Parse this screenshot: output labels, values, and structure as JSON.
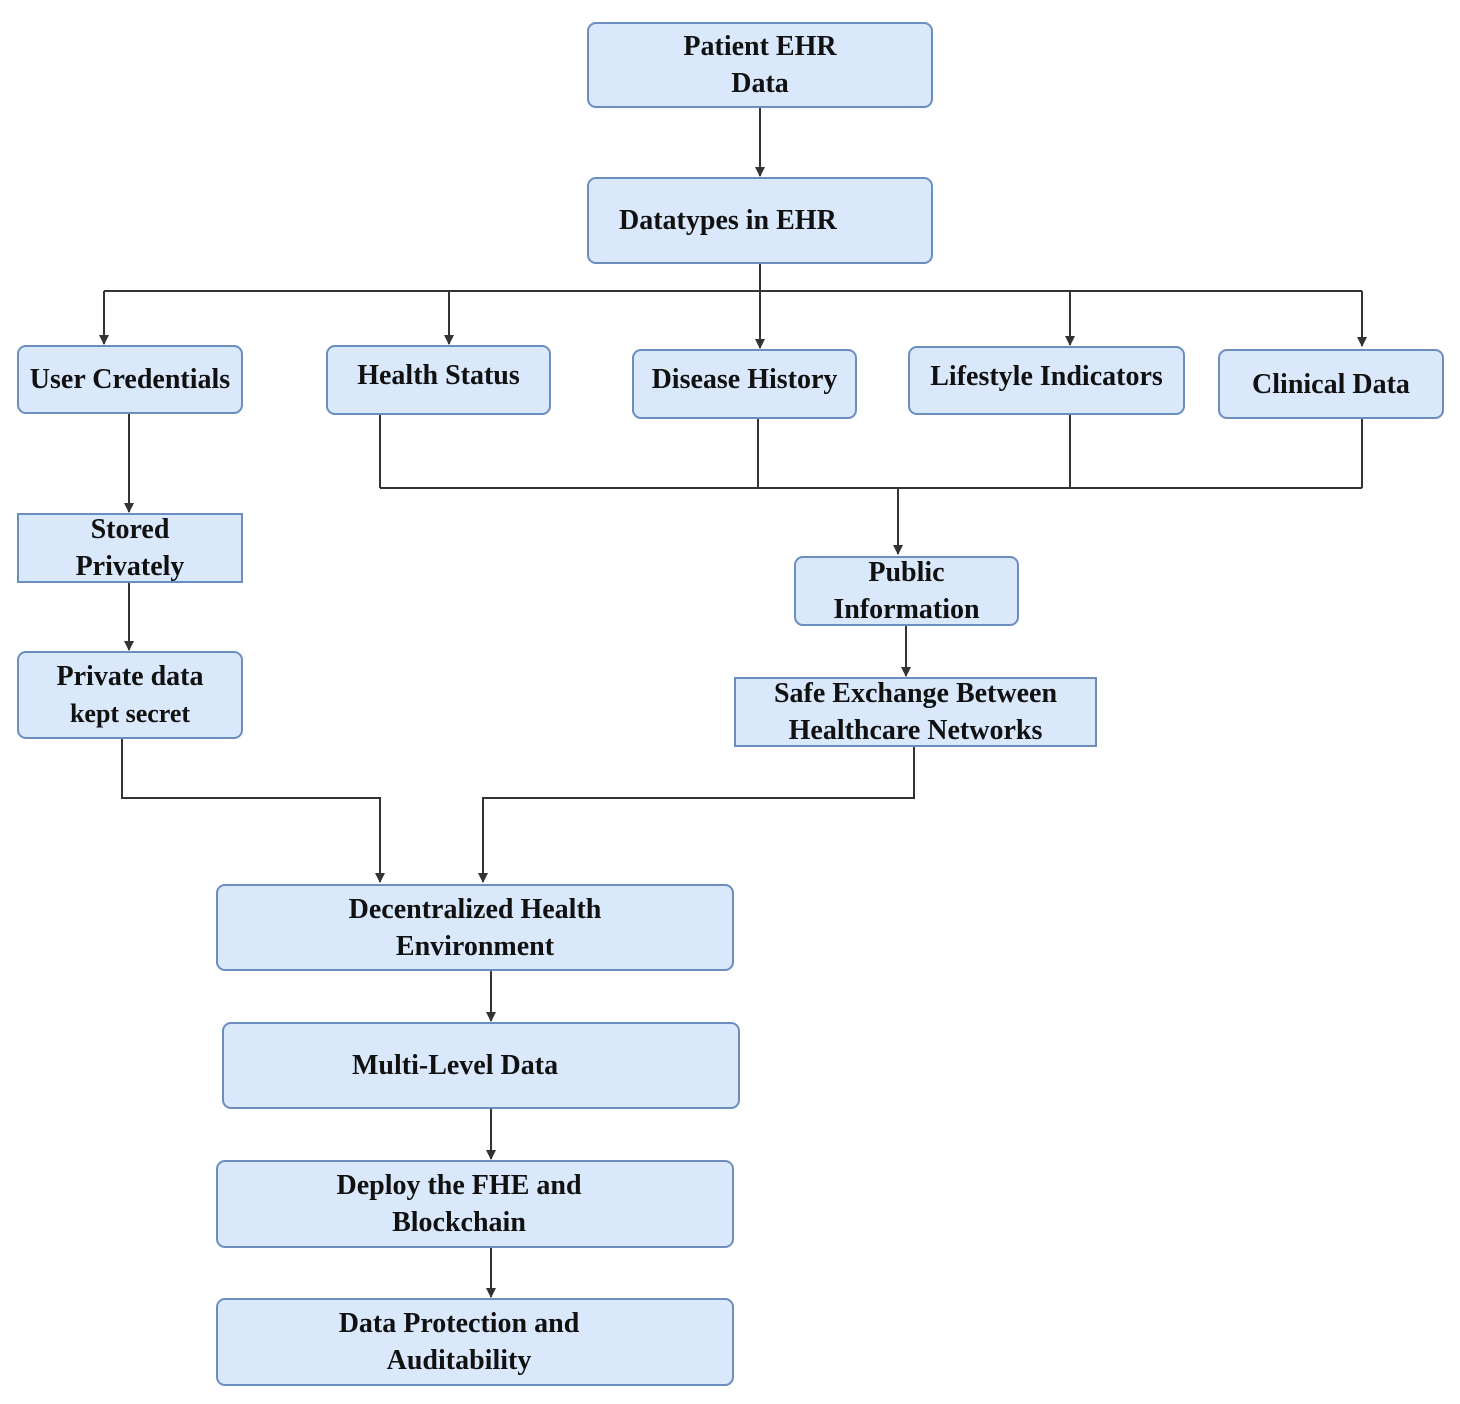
{
  "nodes": {
    "patient_ehr": {
      "line1": "Patient EHR",
      "line2": "Data"
    },
    "datatypes": {
      "line1": "Datatypes in EHR"
    },
    "user_credentials": {
      "line1": "User Credentials"
    },
    "health_status": {
      "line1": "Health Status"
    },
    "disease_history": {
      "line1": "Disease History"
    },
    "lifestyle_indicators": {
      "line1": "Lifestyle Indicators"
    },
    "clinical_data": {
      "line1": "Clinical Data"
    },
    "stored_privately": {
      "line1": "Stored",
      "line2": "Privately"
    },
    "private_data": {
      "line1": "Private data",
      "line2": "kept secret"
    },
    "public_information": {
      "line1": "Public",
      "line2": "Information"
    },
    "safe_exchange": {
      "line1": "Safe Exchange Between",
      "line2": "Healthcare Networks"
    },
    "decentralized": {
      "line1": "Decentralized Health",
      "line2": "Environment"
    },
    "multi_level": {
      "line1": "Multi-Level Data"
    },
    "deploy": {
      "line1": "Deploy the FHE and",
      "line2": "Blockchain"
    },
    "protection": {
      "line1": "Data Protection and",
      "line2": "Auditability"
    }
  },
  "colors": {
    "node_fill": "#dae8fc",
    "node_border": "#6c8ebf",
    "edge": "#333333",
    "text": "#111111"
  }
}
